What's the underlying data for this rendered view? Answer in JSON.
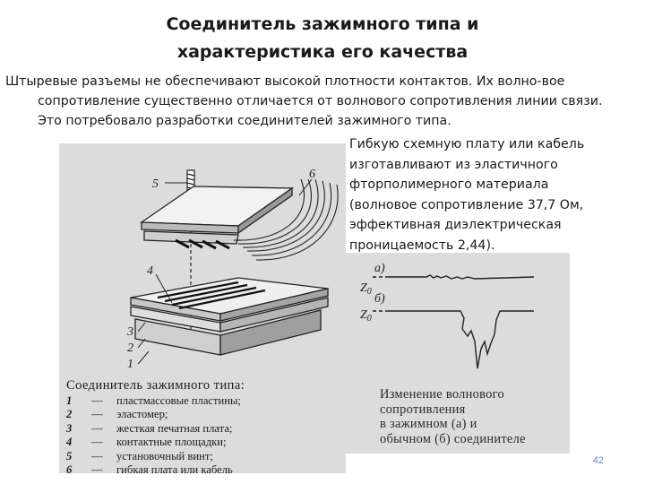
{
  "slide": {
    "title_lines": [
      "Соединитель зажимного типа и",
      "характеристика его качества"
    ],
    "body_lines": [
      "Штыревые разъемы не обеспечивают высокой плотности контактов. Их волно-вое",
      "сопротивление существенно отличается от волнового сопротивления линии связи.",
      "Это потребовало разработки соединителей зажимного типа."
    ],
    "right_lines": [
      "Гибкую схемную плату или кабель",
      "изготавливают из эластичного",
      "фторполимерного материала",
      "(волновое сопротивление 37,7 Ом,",
      "эффективная диэлектрическая",
      "проницаемость 2,44)."
    ],
    "page_number": "42"
  },
  "figure": {
    "callouts": [
      "5",
      "6",
      "4",
      "3",
      "2",
      "1"
    ],
    "legend_title": "Соединитель зажимного типа:",
    "legend_items": [
      {
        "num": "1",
        "dash": "—",
        "text": "пластмассовые пластины;"
      },
      {
        "num": "2",
        "dash": "—",
        "text": "эластомер;"
      },
      {
        "num": "3",
        "dash": "—",
        "text": "жесткая печатная плата;"
      },
      {
        "num": "4",
        "dash": "—",
        "text": "контактные площадки;"
      },
      {
        "num": "5",
        "dash": "—",
        "text": "установочный винт;"
      },
      {
        "num": "6",
        "dash": "—",
        "text": "гибкая плата или кабель"
      }
    ]
  },
  "graph": {
    "label_a": "а)",
    "label_b": "б)",
    "z0": "Z",
    "z0_sub": "0",
    "caption_lines": [
      "Изменение волнового",
      "сопротивления",
      "в зажимном (а) и",
      "обычном (б) соединителе"
    ]
  },
  "colors": {
    "scan_background": "#dcdcdc",
    "page_number": "#6a8bb3"
  }
}
